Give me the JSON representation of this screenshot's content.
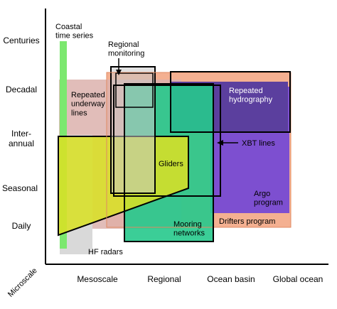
{
  "y_axis": {
    "ticks": [
      "Centuries",
      "Decadal",
      "Inter-\nannual",
      "Seasonal",
      "Daily"
    ]
  },
  "x_axis": {
    "corner_label": "Microscale",
    "ticks": [
      "Mesoscale",
      "Regional",
      "Ocean basin",
      "Global ocean"
    ]
  },
  "systems": {
    "coastal_time_series": "Coastal\ntime series",
    "regional_monitoring": "Regional\nmonitoring",
    "repeated_underway_lines": "Repeated\nunderway\nlines",
    "repeated_hydrography": "Repeated\nhydrography",
    "xbt_lines": "XBT lines",
    "gliders": "Gliders",
    "argo_program": "Argo\nprogram",
    "mooring_networks": "Mooring\nnetworks",
    "drifters_program": "Drifters program",
    "hf_radars": "HF radars"
  },
  "colors": {
    "coastal_time_series": "#7ce86f",
    "hf_radars": "#d9d9d9",
    "regional_monitoring": "#cccccc",
    "repeated_underway_lines": "#dcb2ad",
    "repeated_hydrography": "#5b3f9e",
    "gliders": "#d8e026",
    "argo_program": "#7d4fd0",
    "mooring_networks": "#26c98c",
    "drifters_program": "#f2a27e",
    "axis": "#000000"
  }
}
